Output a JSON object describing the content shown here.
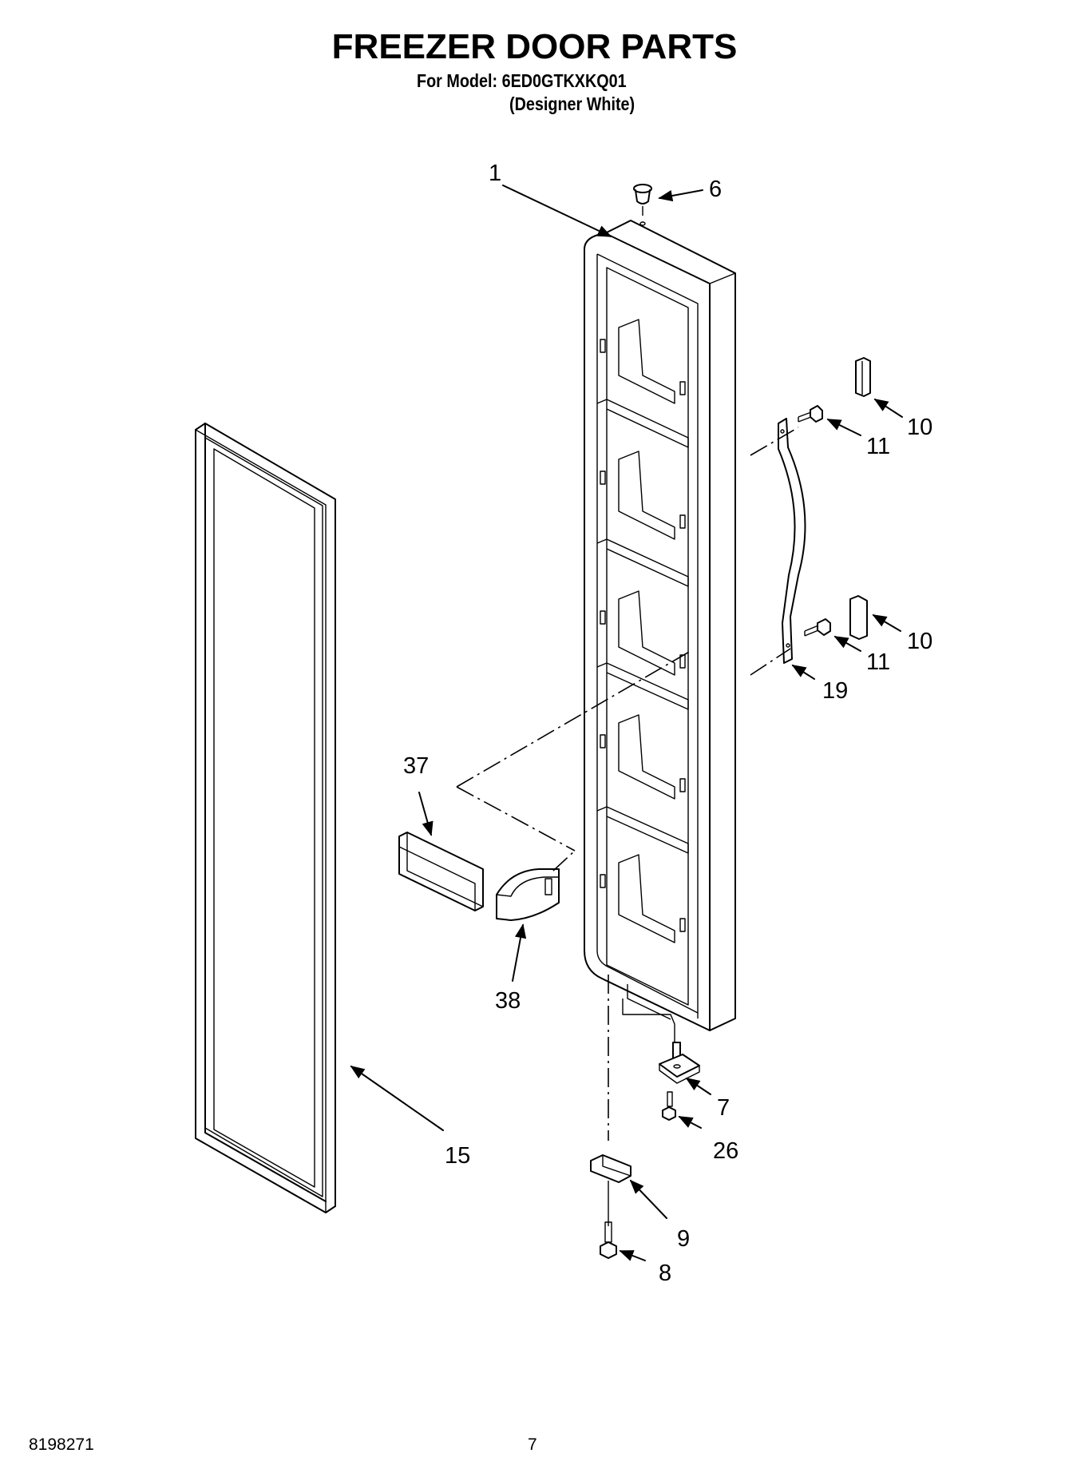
{
  "header": {
    "title": "FREEZER DOOR PARTS",
    "model_line": "For Model: 6ED0GTKXKQ01",
    "variant_line": "(Designer White)"
  },
  "callouts": {
    "c1": "1",
    "c6": "6",
    "c10a": "10",
    "c11a": "11",
    "c10b": "10",
    "c11b": "11",
    "c19": "19",
    "c37": "37",
    "c38": "38",
    "c7": "7",
    "c26": "26",
    "c15": "15",
    "c9": "9",
    "c8": "8"
  },
  "footer": {
    "document_number": "8198271",
    "page_number": "7"
  }
}
